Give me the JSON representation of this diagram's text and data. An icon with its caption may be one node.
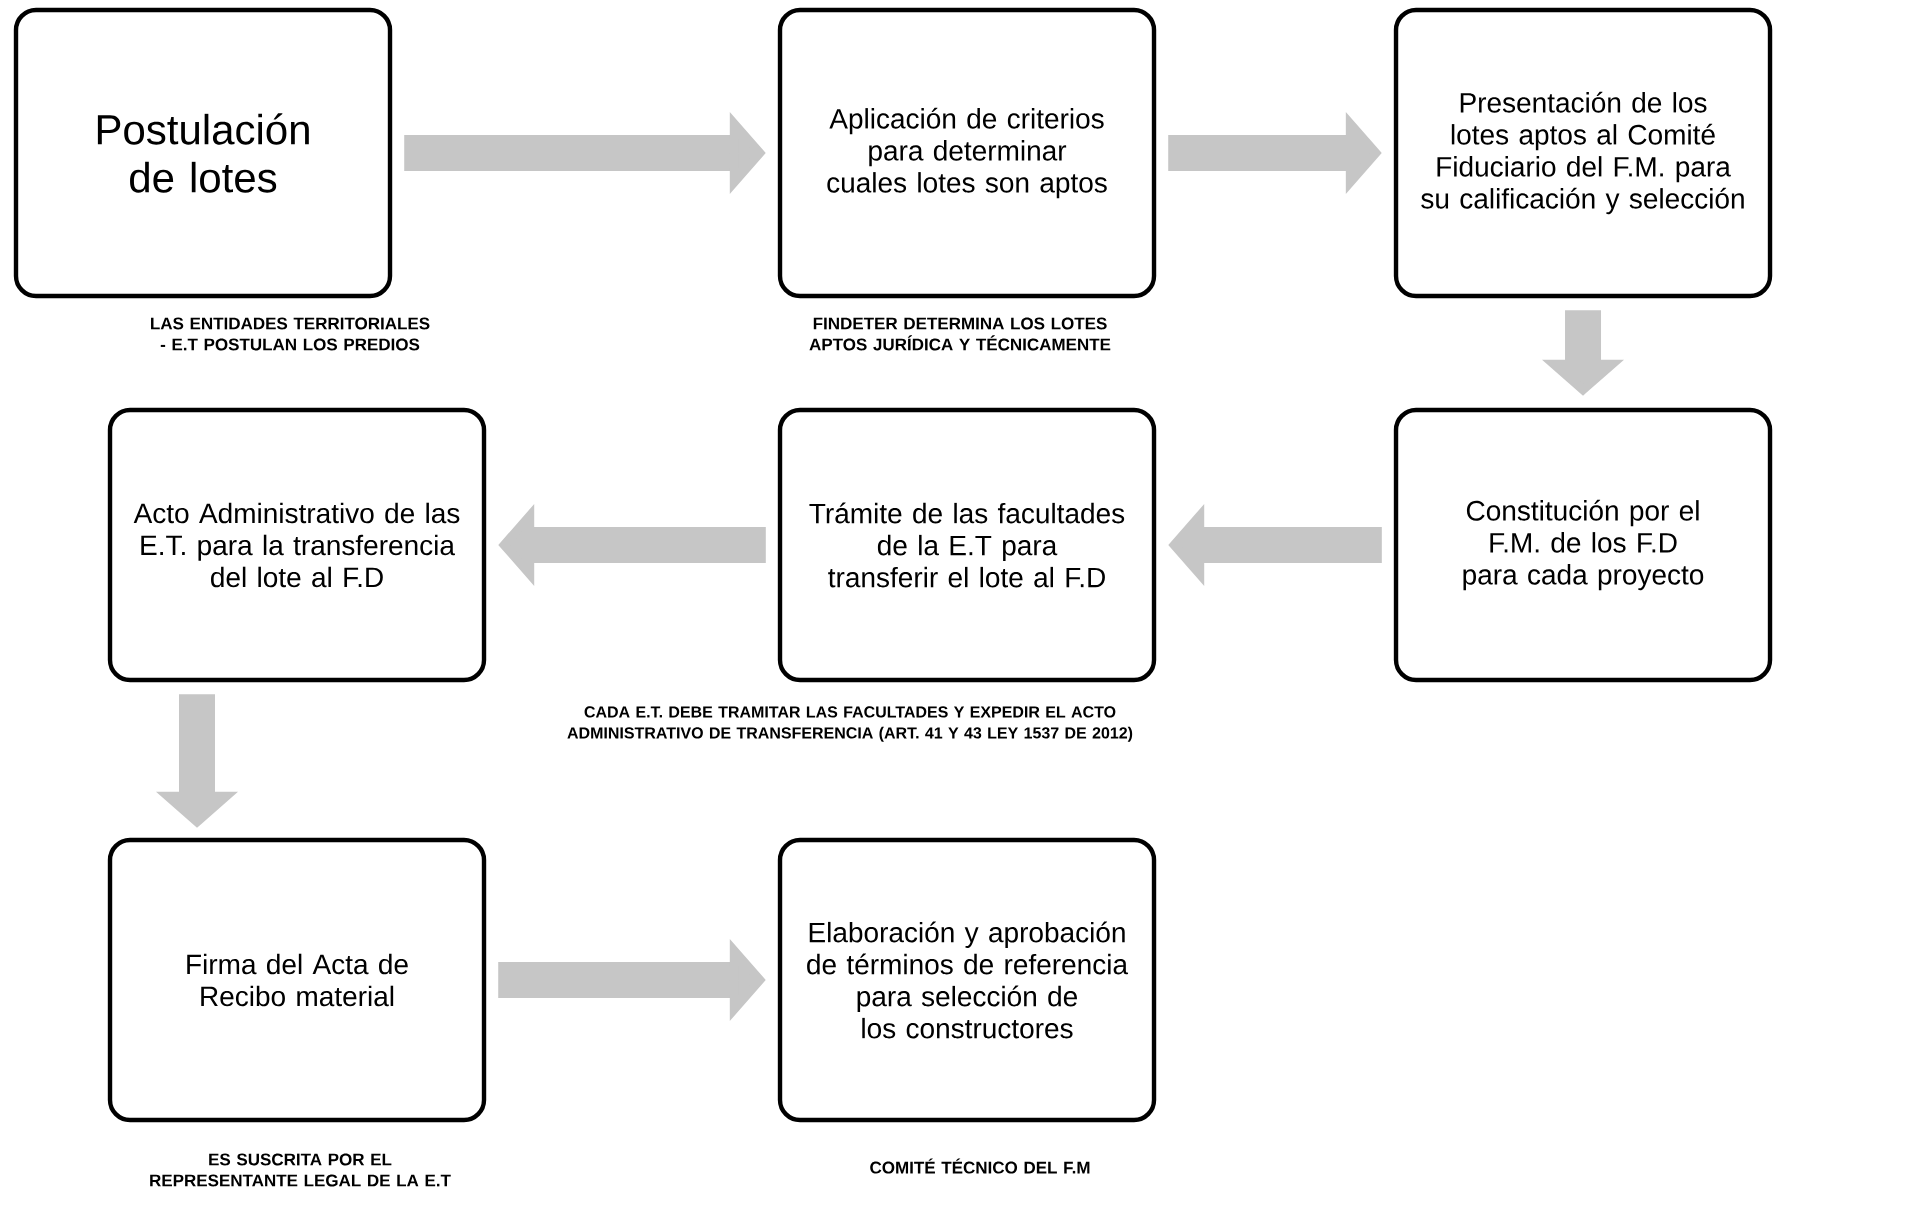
{
  "diagram": {
    "nodes": [
      {
        "text": [
          "Postulación de lotes"
        ],
        "beside": [
          "LAS ENTIDADES TERRITORIALES - E.T POSTULAN LOS PREDIOS"
        ]
      },
      {
        "text": [
          "Aplicación de criterios para determinar cuales lotes son aptos"
        ],
        "beside": [
          "FINDETER DETERMINA LOS LOTES APTOS JURÍDICA Y TÉCNICAMENTE"
        ]
      },
      {
        "text": [
          "Presentación de los lotes aptos al Comité Fiduciario del F.M. para su calificación y selección"
        ]
      },
      {
        "text": [
          "Constitución por el F.M. de los F.D para cada proyecto"
        ]
      },
      {
        "text": [
          "Trámite de las facultades de la E.T para transferir el lote al F.D"
        ]
      },
      {
        "text": [
          "Acto Administrativo de las E.T. para la transferencia del lote al F.D"
        ]
      },
      {
        "text": [
          "Firma del Acta de Recibo material"
        ],
        "beside": [
          "ES SUSCRITA POR EL REPRESENTANTE LEGAL DE LA E.T"
        ]
      },
      {
        "text": [
          "Elaboración y aprobación de términos de referencia para selección de los constructores"
        ],
        "beside": [
          "COMITÉ TÉCNICO DEL F.M"
        ]
      }
    ],
    "edges": [
      {
        "from": 0,
        "to": 1,
        "arrow": "to"
      },
      {
        "from": 1,
        "to": 2,
        "arrow": "to"
      },
      {
        "from": 2,
        "to": 3,
        "arrow": "to"
      },
      {
        "from": 3,
        "to": 4,
        "arrow": "to"
      },
      {
        "from": 4,
        "to": 5,
        "arrow": "to"
      },
      {
        "from": 5,
        "to": 6,
        "arrow": "to"
      },
      {
        "from": 6,
        "to": 7,
        "arrow": "to"
      }
    ],
    "labels": [
      "CADA E.T. DEBE TRAMITAR LAS FACULTADES Y EXPEDIR EL ACTO ADMINISTRATIVO DE TRANSFERENCIA (ART. 41 Y 43 LEY 1537 DE 2012)"
    ]
  }
}
